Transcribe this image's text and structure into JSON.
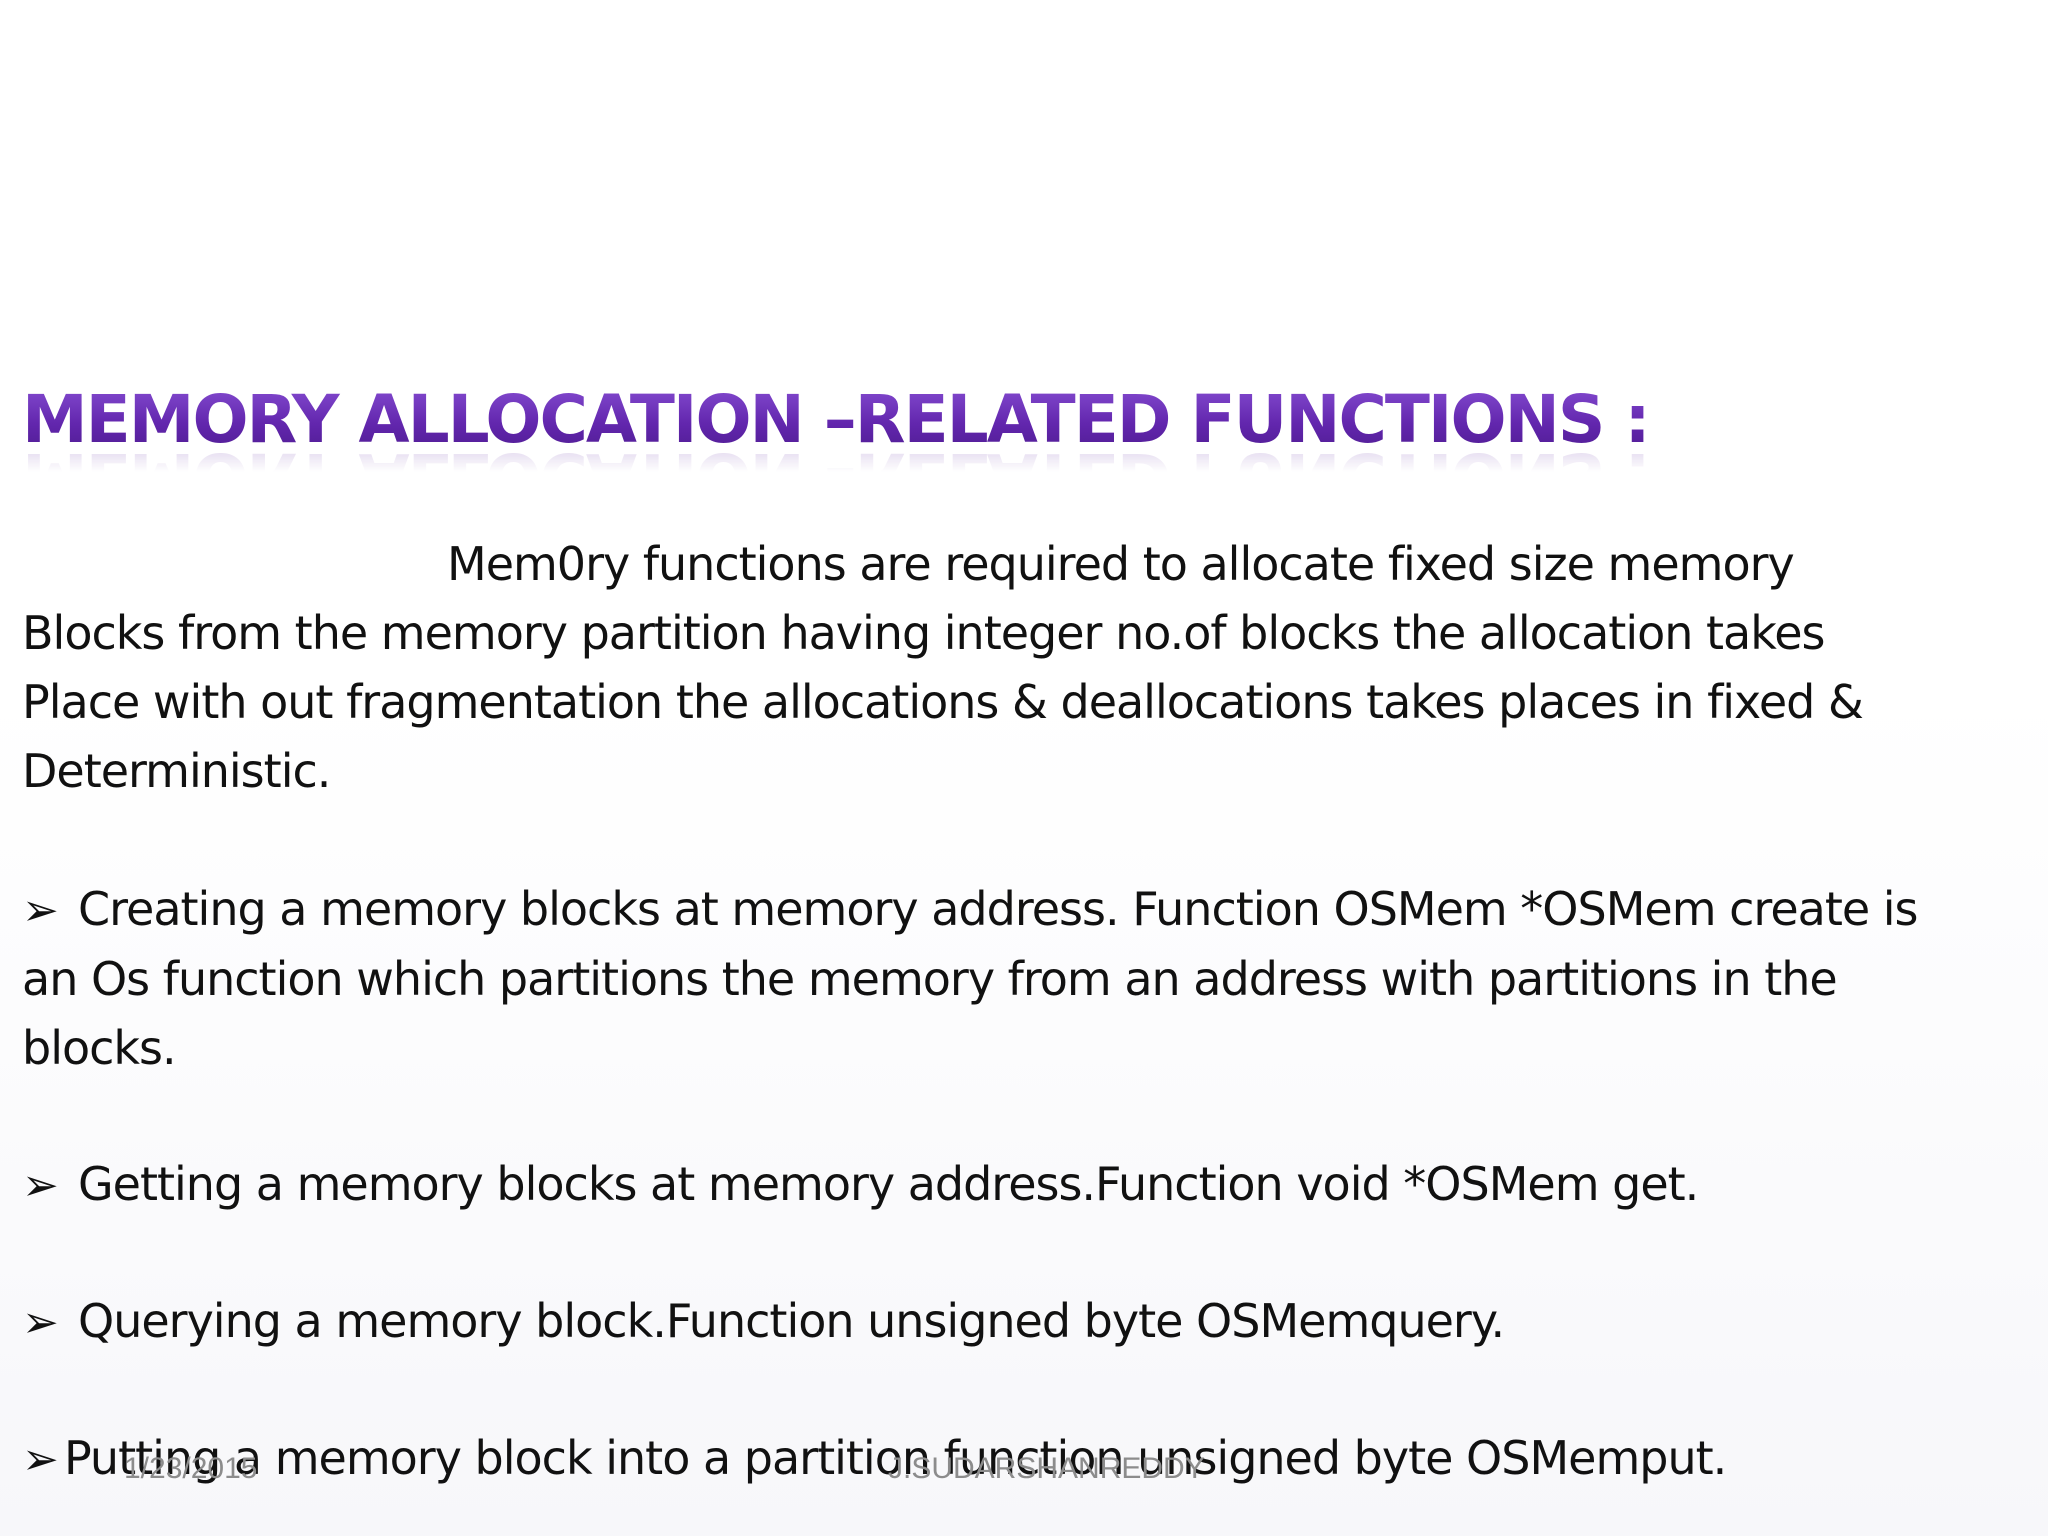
{
  "slide": {
    "title": "MEMORY ALLOCATION –RELATED FUNCTIONS :",
    "intro_lines": [
      "Mem0ry functions are required to allocate fixed size memory",
      "Blocks from the memory partition having integer no.of blocks the allocation takes",
      "Place with out fragmentation the allocations & deallocations takes places in fixed &",
      "Deterministic."
    ],
    "bullet_marker": "➢",
    "bullets": [
      {
        "lines": [
          "Creating a memory blocks at memory address. Function OSMem *OSMem create is",
          "an Os function which partitions the memory from an address with partitions in the",
          "blocks."
        ]
      },
      {
        "lines": [
          "Getting a memory blocks at memory address.Function void *OSMem get."
        ]
      },
      {
        "lines": [
          "Querying a memory block.Function unsigned byte OSMemquery."
        ]
      },
      {
        "lines": [
          "Putting a memory block into a partition function unsigned byte OSMemput."
        ]
      }
    ],
    "footer": {
      "date": "1/23/2015",
      "author": "J.SUDARSHANREDDY"
    }
  }
}
